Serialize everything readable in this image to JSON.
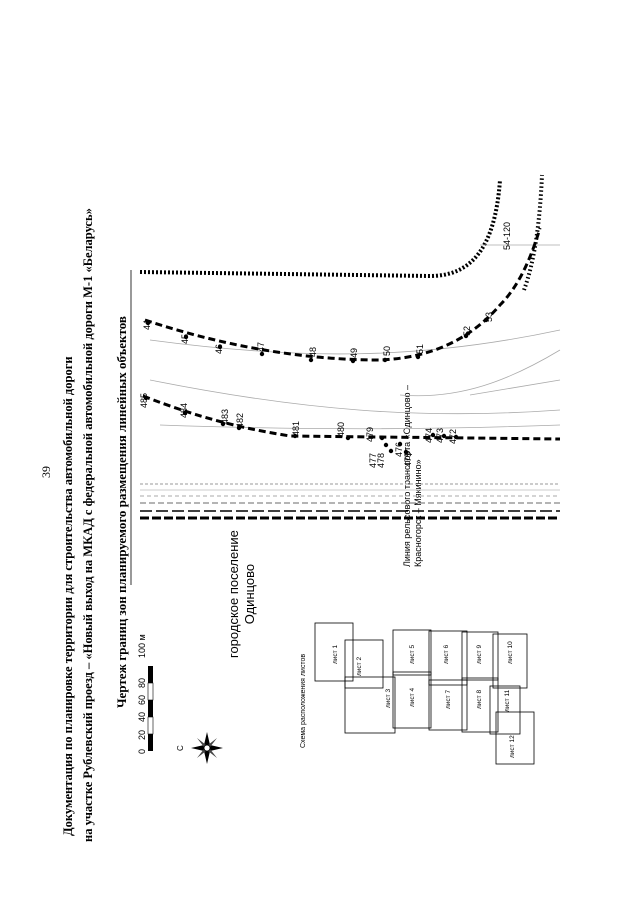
{
  "page_number": "39",
  "header": {
    "line1": "Документация по планировке территории для строительства автомобильной дороги",
    "line2": "на участке Рублевский проезд – «Новый выход на МКАД с федеральной автомобильной дороги М-1 «Беларусь»"
  },
  "drawing_title": "Чертеж границ зон планируемого размещения линейных объектов",
  "settlement": {
    "line1": "городское поселение",
    "line2": "Одинцово"
  },
  "railway_label": {
    "line1": "Линия рельсового транспорта «Одинцово –",
    "line2": "Красногорск – Мякинино»"
  },
  "scale_bar": {
    "ticks": [
      "0",
      "20",
      "40",
      "60",
      "80",
      "100 м"
    ]
  },
  "north_label": "С",
  "sheet_scheme": {
    "title": "Схема расположения листов",
    "sheets": [
      "лист 1",
      "лист 2",
      "лист 3",
      "лист 4",
      "лист 5",
      "лист 6",
      "лист 7",
      "лист 8",
      "лист 9",
      "лист 10",
      "лист 11",
      "лист 12"
    ]
  },
  "points_outer": [
    "44",
    "45",
    "46",
    "47",
    "48",
    "49",
    "50",
    "51",
    "52",
    "53",
    "54-120"
  ],
  "points_inner": [
    "485",
    "484",
    "483",
    "482",
    "481",
    "480",
    "479",
    "478",
    "477",
    "476",
    "475",
    "474",
    "473",
    "472"
  ]
}
